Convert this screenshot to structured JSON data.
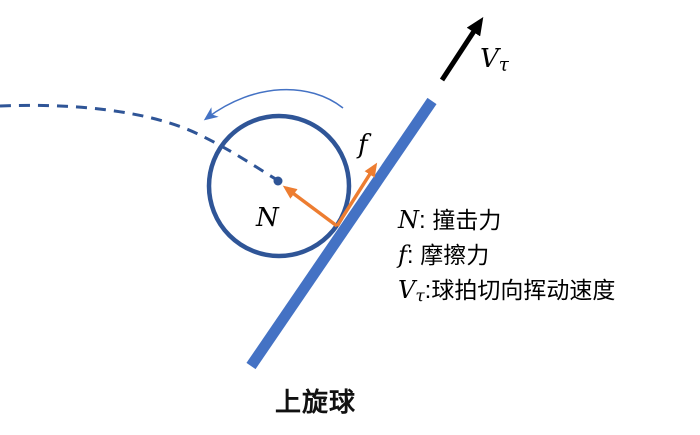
{
  "colors": {
    "ball": "#2F5597",
    "racket": "#4472C4",
    "force_arrows": "#ED7D31",
    "velocity_arrow": "#000000",
    "spin_arrow": "#4472C4",
    "trajectory": "#2F5597"
  },
  "labels": {
    "velocity": {
      "symbol": "V",
      "subscript": "τ"
    },
    "friction": "f",
    "normal": "N"
  },
  "legend": [
    {
      "symbol": "N",
      "subscript": "",
      "separator": ": ",
      "text": "撞击力"
    },
    {
      "symbol": "f",
      "subscript": "",
      "separator": ": ",
      "text": "摩擦力"
    },
    {
      "symbol": "V",
      "subscript": "τ",
      "separator": ":",
      "text": "球拍切向挥动速度"
    }
  ],
  "caption": "上旋球"
}
